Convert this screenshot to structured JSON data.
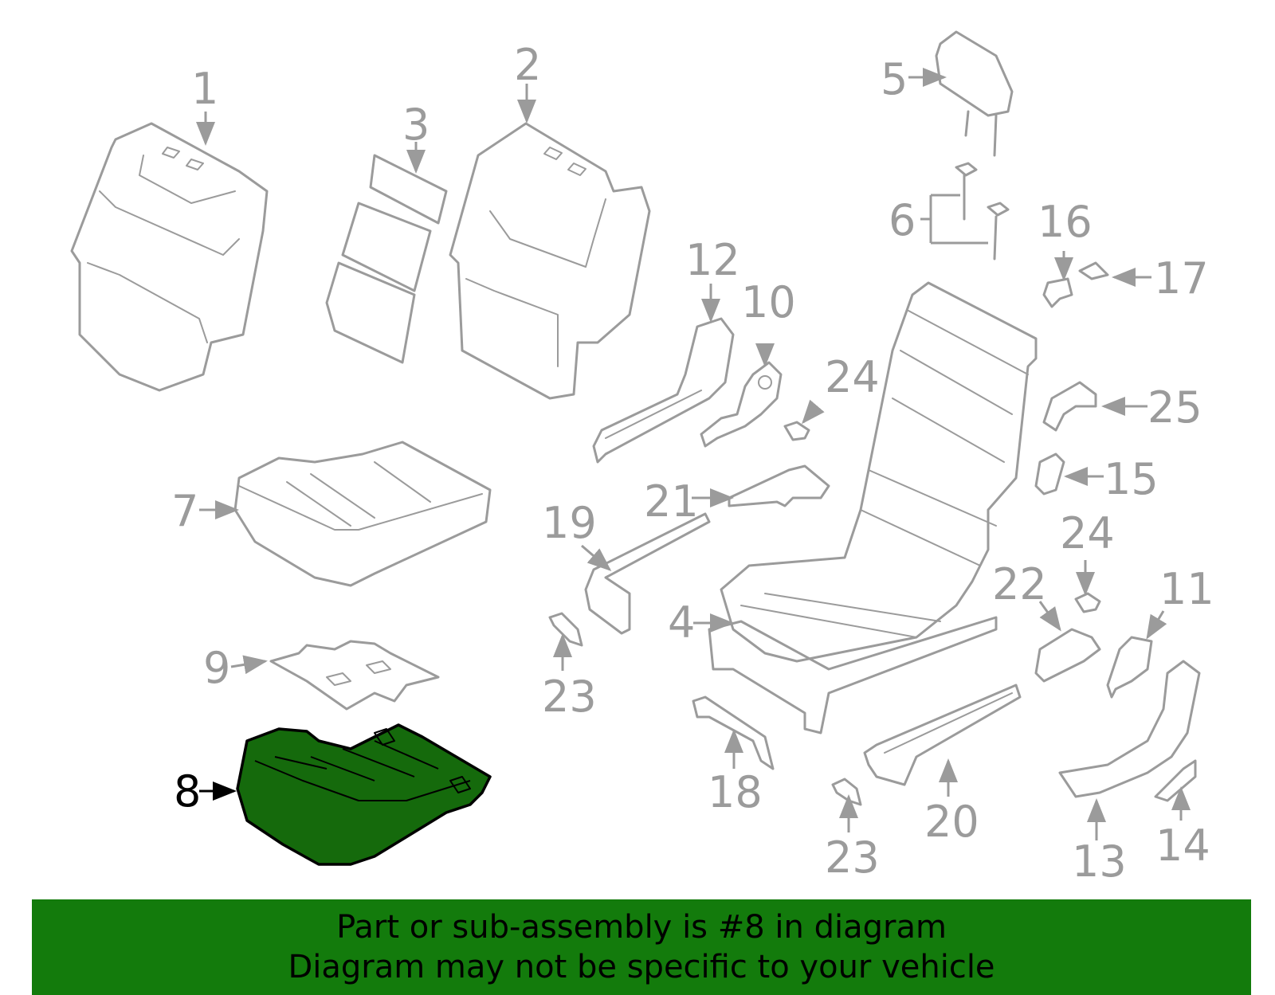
{
  "diagram": {
    "highlight_color": "#156a0c",
    "line_color": "#9b9b9b",
    "highlighted_part": "8",
    "callouts": [
      "1",
      "2",
      "3",
      "4",
      "5",
      "6",
      "7",
      "8",
      "9",
      "10",
      "11",
      "12",
      "13",
      "14",
      "15",
      "16",
      "17",
      "18",
      "19",
      "20",
      "21",
      "22",
      "23",
      "23",
      "24",
      "24",
      "25"
    ]
  },
  "banner": {
    "background": "#137b0c",
    "line1": "Part or sub-assembly is #8 in diagram",
    "line2": "Diagram may not be specific to your vehicle"
  }
}
